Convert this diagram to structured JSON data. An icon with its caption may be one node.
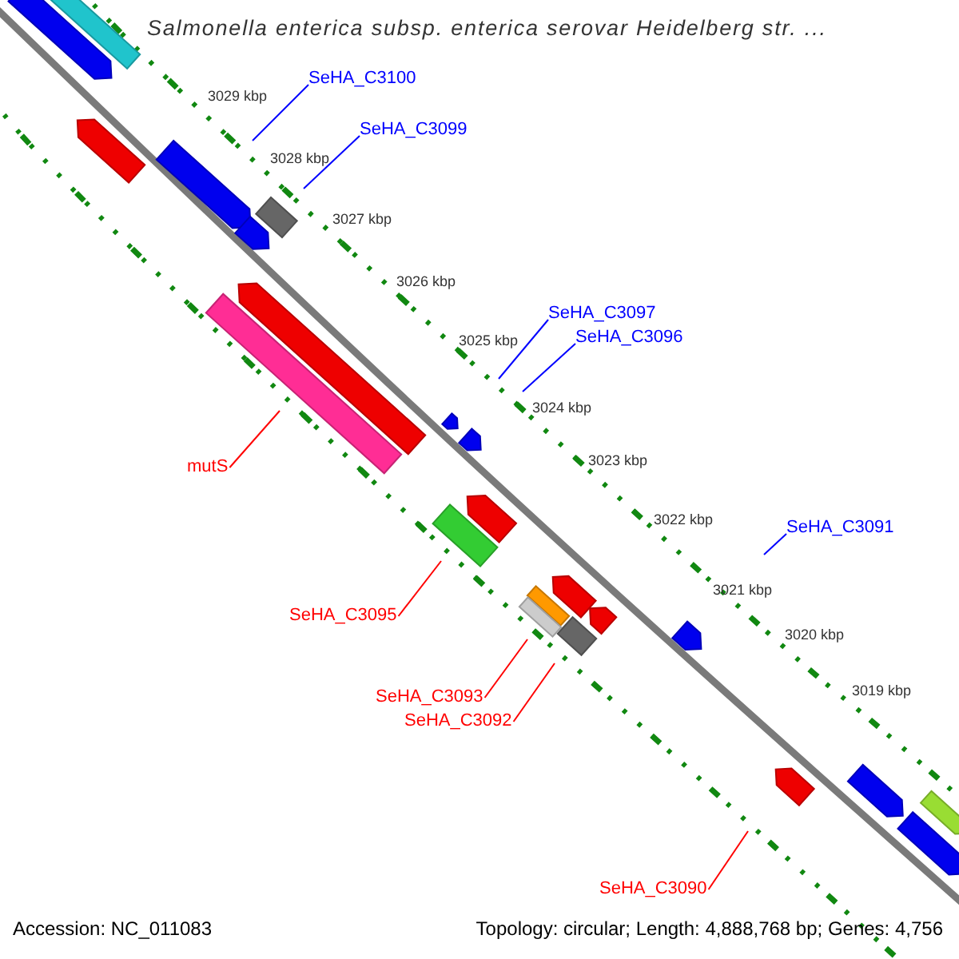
{
  "diagram": {
    "title": "Salmonella enterica subsp. enterica serovar Heidelberg str. ...",
    "nodes": [
      {
        "text": [
          "SeHA_C3100"
        ]
      },
      {
        "text": [
          "SeHA_C3099"
        ]
      },
      {
        "text": [
          "SeHA_C3097"
        ]
      },
      {
        "text": [
          "SeHA_C3096"
        ]
      },
      {
        "text": [
          "SeHA_C3091"
        ]
      },
      {
        "text": [
          "mutS"
        ]
      },
      {
        "text": [
          "SeHA_C3095"
        ]
      },
      {
        "text": [
          "SeHA_C3093"
        ]
      },
      {
        "text": [
          "SeHA_C3092"
        ]
      },
      {
        "text": [
          "SeHA_C3090"
        ]
      }
    ],
    "edges": [
      {
        "from": 0,
        "to": null,
        "arrow": "none",
        "color": "#0000ff"
      },
      {
        "from": 1,
        "to": null,
        "arrow": "none",
        "color": "#0000ff"
      },
      {
        "from": 2,
        "to": null,
        "arrow": "none",
        "color": "#0000ff"
      },
      {
        "from": 3,
        "to": null,
        "arrow": "none",
        "color": "#0000ff"
      },
      {
        "from": 4,
        "to": null,
        "arrow": "none",
        "color": "#0000ff"
      },
      {
        "from": 5,
        "to": null,
        "arrow": "none",
        "color": "#ff0000"
      },
      {
        "from": 6,
        "to": null,
        "arrow": "none",
        "color": "#ff0000"
      },
      {
        "from": 7,
        "to": null,
        "arrow": "none",
        "color": "#ff0000"
      },
      {
        "from": 8,
        "to": null,
        "arrow": "none",
        "color": "#ff0000"
      },
      {
        "from": 9,
        "to": null,
        "arrow": "none",
        "color": "#ff0000"
      }
    ],
    "labels": [
      "3029 kbp",
      "3028 kbp",
      "3027 kbp",
      "3026 kbp",
      "3025 kbp",
      "3024 kbp",
      "3023 kbp",
      "3022 kbp",
      "3021 kbp",
      "3020 kbp",
      "3019 kbp",
      "Accession: NC_011083",
      "Topology: circular; Length: 4,888,768 bp; Genes: 4,756"
    ]
  }
}
